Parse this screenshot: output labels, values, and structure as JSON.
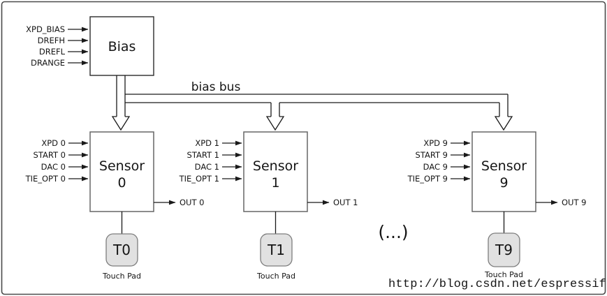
{
  "diagram": {
    "bias": {
      "label": "Bias",
      "inputs": [
        "XPD_BIAS",
        "DREFH",
        "DREFL",
        "DRANGE"
      ]
    },
    "bus": {
      "label": "bias bus"
    },
    "sensors": [
      {
        "name": "Sensor",
        "num": "0",
        "inputs": [
          "XPD 0",
          "START 0",
          "DAC 0",
          "TIE_OPT 0"
        ],
        "output": "OUT 0",
        "pad": "T0",
        "pad_caption": "Touch Pad"
      },
      {
        "name": "Sensor",
        "num": "1",
        "inputs": [
          "XPD 1",
          "START 1",
          "DAC 1",
          "TIE_OPT 1"
        ],
        "output": "OUT 1",
        "pad": "T1",
        "pad_caption": "Touch Pad"
      },
      {
        "name": "Sensor",
        "num": "9",
        "inputs": [
          "XPD 9",
          "START 9",
          "DAC 9",
          "TIE_OPT 9"
        ],
        "output": "OUT 9",
        "pad": "T9",
        "pad_caption": "Touch Pad"
      }
    ],
    "ellipsis": "(...)",
    "watermark": "http://blog.csdn.net/espressif",
    "colors": {
      "line": "#1a1a1a",
      "bias_border": "#2b2b2b",
      "sensor_border": "#666666",
      "pad_fill": "#e1e1e1",
      "pad_border": "#7d7d7d",
      "watermark": "#d9d9d6",
      "frame": "#4a4a4a"
    }
  }
}
